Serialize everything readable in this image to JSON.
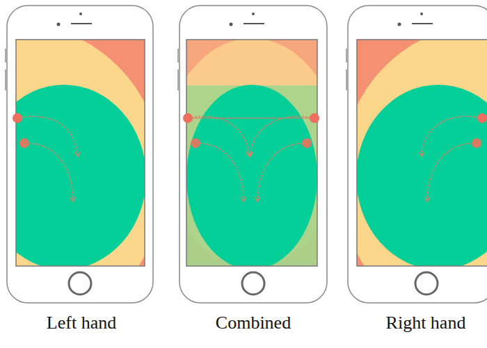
{
  "diagram": {
    "labels": [
      "Left hand",
      "Combined",
      "Right hand"
    ]
  }
}
